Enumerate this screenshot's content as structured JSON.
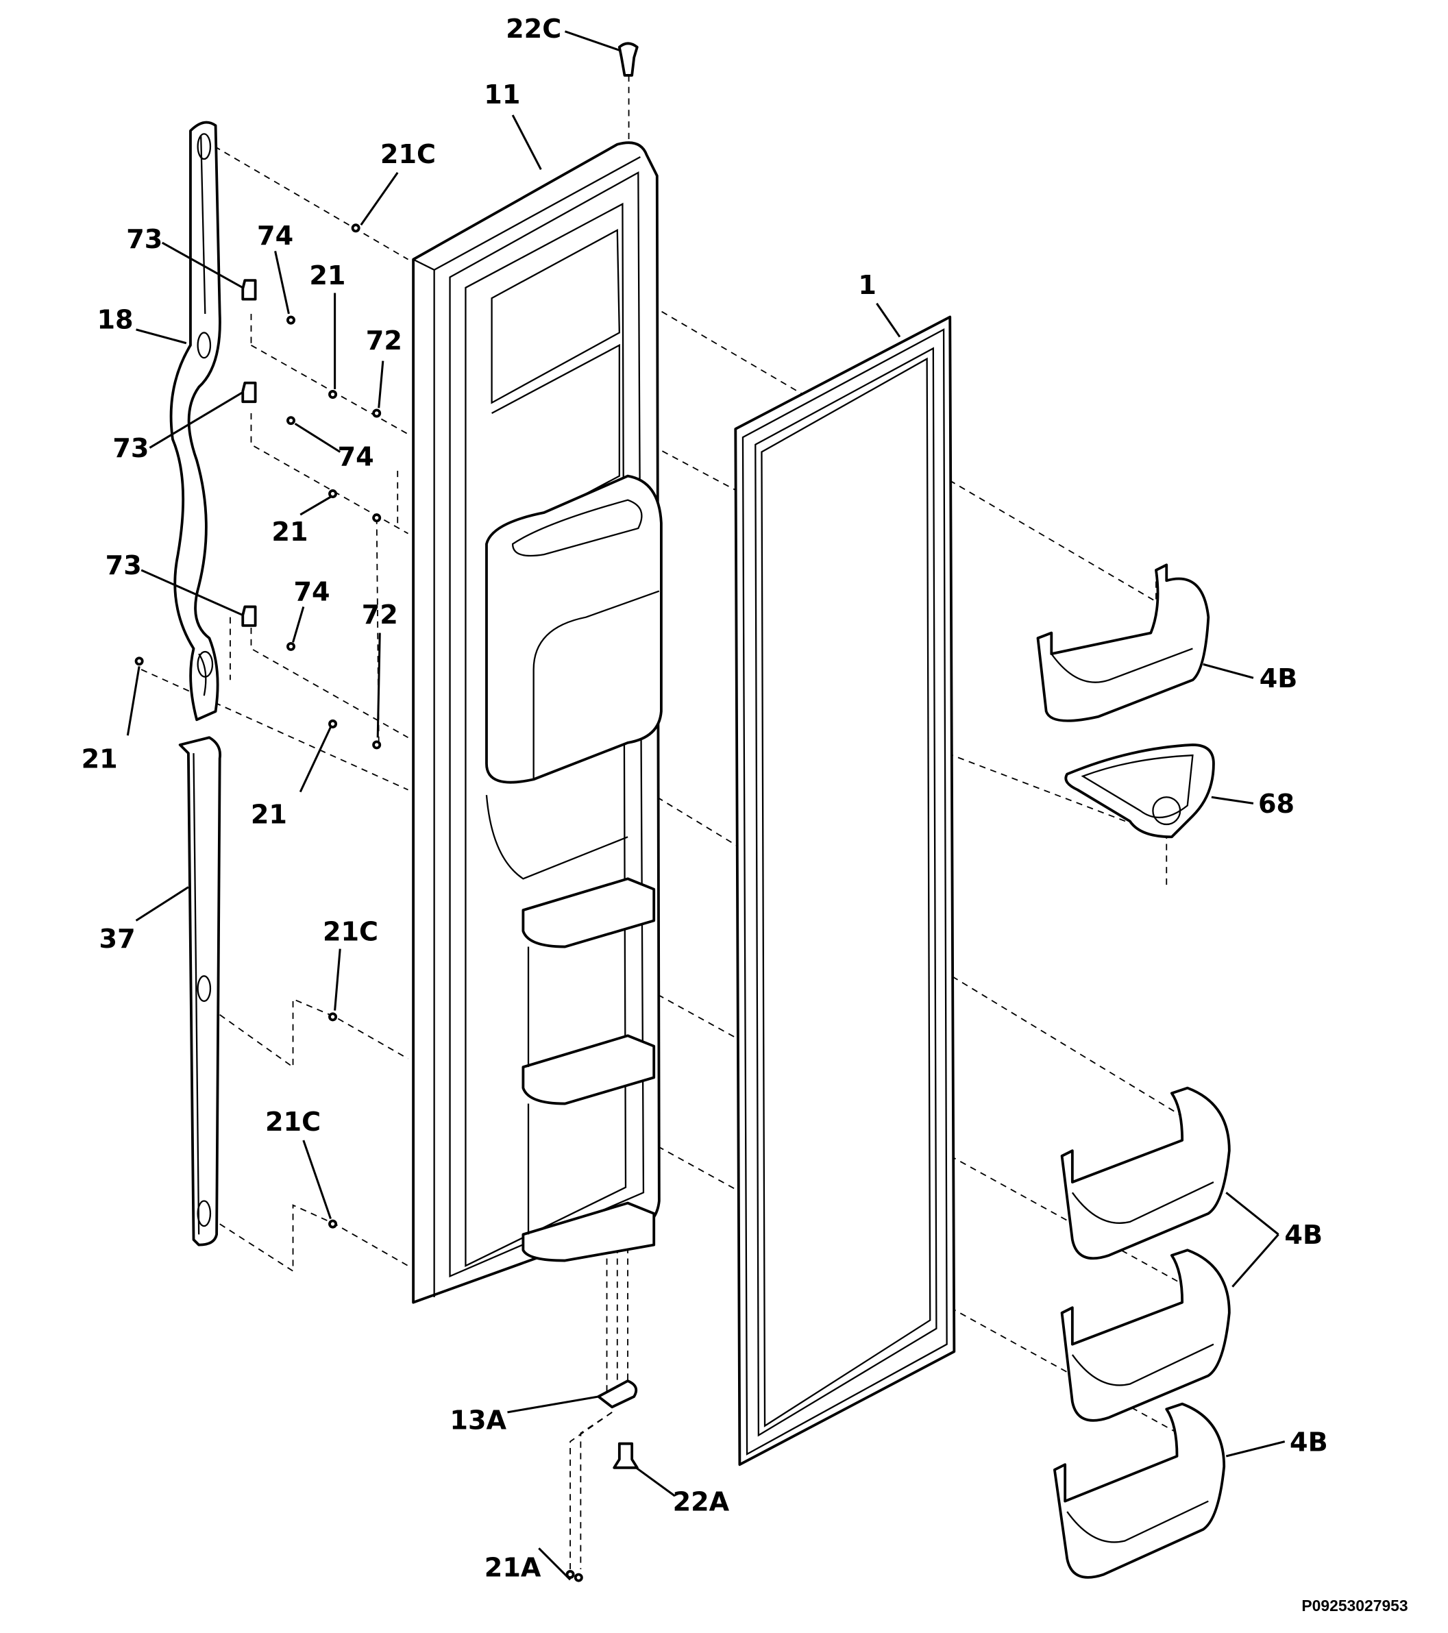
{
  "diagram": {
    "title": "Refrigerator fresh food door exploded parts view",
    "labels": [
      {
        "id": "22C-top",
        "text": "22C"
      },
      {
        "id": "11",
        "text": "11"
      },
      {
        "id": "21C-top",
        "text": "21C"
      },
      {
        "id": "73-a",
        "text": "73"
      },
      {
        "id": "74-a",
        "text": "74"
      },
      {
        "id": "21-a",
        "text": "21"
      },
      {
        "id": "18",
        "text": "18"
      },
      {
        "id": "72-a",
        "text": "72"
      },
      {
        "id": "73-b",
        "text": "73"
      },
      {
        "id": "74-b",
        "text": "74"
      },
      {
        "id": "21-b",
        "text": "21"
      },
      {
        "id": "73-c",
        "text": "73"
      },
      {
        "id": "74-c",
        "text": "74"
      },
      {
        "id": "72-b",
        "text": "72"
      },
      {
        "id": "21-c",
        "text": "21"
      },
      {
        "id": "21-d",
        "text": "21"
      },
      {
        "id": "1",
        "text": "1"
      },
      {
        "id": "4B-a",
        "text": "4B"
      },
      {
        "id": "68",
        "text": "68"
      },
      {
        "id": "37",
        "text": "37"
      },
      {
        "id": "21C-mid",
        "text": "21C"
      },
      {
        "id": "21C-low",
        "text": "21C"
      },
      {
        "id": "4B-b",
        "text": "4B"
      },
      {
        "id": "4B-c",
        "text": "4B"
      },
      {
        "id": "13A",
        "text": "13A"
      },
      {
        "id": "22A",
        "text": "22A"
      },
      {
        "id": "21A",
        "text": "21A"
      }
    ],
    "drawing_code": "P09253027953"
  }
}
